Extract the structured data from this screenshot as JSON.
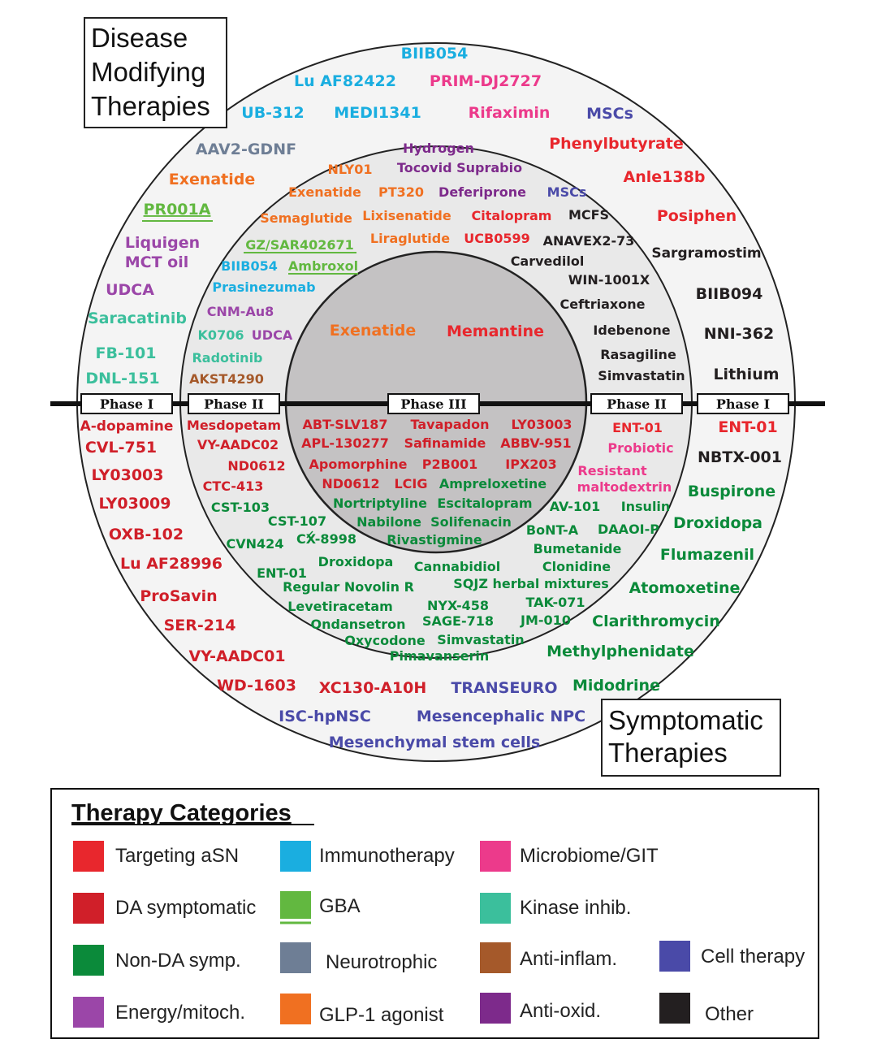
{
  "corner_labels": {
    "disease_modifying": [
      "Disease",
      "Modifying",
      "Therapies"
    ],
    "symptomatic": [
      "Symptomatic",
      "Therapies"
    ]
  },
  "phases": {
    "left_phase1": "Phase I",
    "left_phase2": "Phase II",
    "phase3": "Phase III",
    "right_phase2": "Phase II",
    "right_phase1": "Phase I"
  },
  "colors": {
    "targeting_asn": "#e8272d",
    "da_symptomatic": "#d01f29",
    "non_da_symp": "#0b8a3a",
    "energy_mitoch": "#9b46a8",
    "immunotherapy": "#1aaee0",
    "gba": "#62b840",
    "neurotrophic": "#6e7e95",
    "glp1": "#f07021",
    "microbiome": "#ec3a8b",
    "kinase": "#3bbf9c",
    "anti_inflam": "#a5592a",
    "anti_oxid": "#7d2a8b",
    "cell_therapy": "#4a4aa8",
    "other": "#231f20"
  },
  "drugs": {
    "d01": "BIIB054",
    "d02": "Lu AF82422",
    "d03": "PRIM-DJ2727",
    "d04": "UB-312",
    "d05": "MEDI1341",
    "d06": "Rifaximin",
    "d07": "MSCs",
    "d08": "AAV2-GDNF",
    "d09": "Phenylbutyrate",
    "d10": "Exenatide",
    "d11": "Anle138b",
    "d12": "PR001A",
    "d13": "Posiphen",
    "d14": "Liquigen",
    "d15": "MCT oil",
    "d16": "Sargramostim",
    "d17": "UDCA",
    "d18": "BIIB094",
    "d19": "Saracatinib",
    "d20": "NNI-362",
    "d21": "FB-101",
    "d22": "DNL-151",
    "d23": "Lithium",
    "e01": "Hydrogen",
    "e02": "NLY01",
    "e03": "Tocovid Suprabio",
    "e04": "Exenatide",
    "e05": "PT320",
    "e06": "Deferiprone",
    "e07": "MSCs",
    "e08": "Semaglutide",
    "e09": "Lixisenatide",
    "e10": "Citalopram",
    "e11": "MCFS",
    "e12": "GZ/SAR402671",
    "e13": "Liraglutide",
    "e14": "UCB0599",
    "e15": "ANAVEX2-73",
    "e16": "BIIB054",
    "e17": "Ambroxol",
    "e18": "Carvedilol",
    "e19": "Prasinezumab",
    "e20": "WIN-1001X",
    "e21": "CNM-Au8",
    "e22": "Ceftriaxone",
    "e23": "K0706",
    "e24": "UDCA",
    "e25": "Idebenone",
    "e26": "Radotinib",
    "e27": "Rasagiline",
    "e28": "AKST4290",
    "e29": "Simvastatin",
    "f01": "Exenatide",
    "f02": "Memantine",
    "g01": "A-dopamine",
    "g02": "CVL-751",
    "g03": "LY03003",
    "g04": "LY03009",
    "g05": "OXB-102",
    "g06": "Lu AF28996",
    "g07": "ProSavin",
    "g08": "SER-214",
    "g09": "VY-AADC01",
    "g10": "WD-1603",
    "g11": "XC130-A10H",
    "g12": "TRANSEURO",
    "g13": "Midodrine",
    "g14": "ISC-hpNSC",
    "g15": "Mesencephalic NPC",
    "g16": "Mesenchymal stem cells",
    "g17": "ENT-01",
    "g18": "NBTX-001",
    "g19": "Buspirone",
    "g20": "Droxidopa",
    "g21": "Flumazenil",
    "g22": "Atomoxetine",
    "g23": "Clarithromycin",
    "g24": "Methylphenidate",
    "h01": "Mesdopetam",
    "h02": "VY-AADC02",
    "h03": "ND0612",
    "h04": "CTC-413",
    "h05": "CST-103",
    "h06": "CST-107",
    "h07": "CVN424",
    "h08": "CX-8998",
    "h09": "ENT-01",
    "h10": "Droxidopa",
    "h11": "Regular Novolin R",
    "h12": "Levetiracetam",
    "h13": "Ondansetron",
    "h14": "Oxycodone",
    "h15": "Pimavanserin",
    "h16": "NYX-458",
    "h17": "SAGE-718",
    "h18": "Simvastatin",
    "h19": "TAK-071",
    "h20": "JM-010",
    "h21": "SQJZ herbal mixtures",
    "h22": "Cannabidiol",
    "h23": "Clonidine",
    "h24": "Bumetanide",
    "h25": "BoNT-A",
    "h26": "DAAOI-P",
    "h27": "AV-101",
    "h28": "Insulin",
    "h29": "ENT-01",
    "h30": "Probiotic",
    "h31": "Resistant",
    "h32": "maltodextrin",
    "i01": "ABT-SLV187",
    "i02": "Tavapadon",
    "i03": "LY03003",
    "i04": "APL-130277",
    "i05": "Safinamide",
    "i06": "ABBV-951",
    "i07": "Apomorphine",
    "i08": "P2B001",
    "i09": "IPX203",
    "i10": "ND0612",
    "i11": "LCIG",
    "i12": "Ampreloxetine",
    "i13": "Nortriptyline",
    "i14": "Escitalopram",
    "i15": "Nabilone",
    "i16": "Solifenacin",
    "i17": "Rivastigmine"
  },
  "legend": {
    "title": "Therapy Categories",
    "items": [
      {
        "label": "Targeting aSN",
        "color": "#e8272d"
      },
      {
        "label": "Immunotherapy",
        "color": "#1aaee0"
      },
      {
        "label": "Microbiome/GIT",
        "color": "#ec3a8b"
      },
      {
        "label": "DA symptomatic",
        "color": "#d01f29"
      },
      {
        "label": "GBA",
        "color": "#62b840"
      },
      {
        "label": "Kinase inhib.",
        "color": "#3bbf9c"
      },
      {
        "label": "Non-DA symp.",
        "color": "#0b8a3a"
      },
      {
        "label": "Neurotrophic",
        "color": "#6e7e95"
      },
      {
        "label": "Anti-inflam.",
        "color": "#a5592a"
      },
      {
        "label": "Cell therapy",
        "color": "#4a4aa8"
      },
      {
        "label": "Energy/mitoch.",
        "color": "#9b46a8"
      },
      {
        "label": "GLP-1 agonist",
        "color": "#f07021"
      },
      {
        "label": "Anti-oxid.",
        "color": "#7d2a8b"
      },
      {
        "label": "Other",
        "color": "#231f20"
      }
    ]
  }
}
